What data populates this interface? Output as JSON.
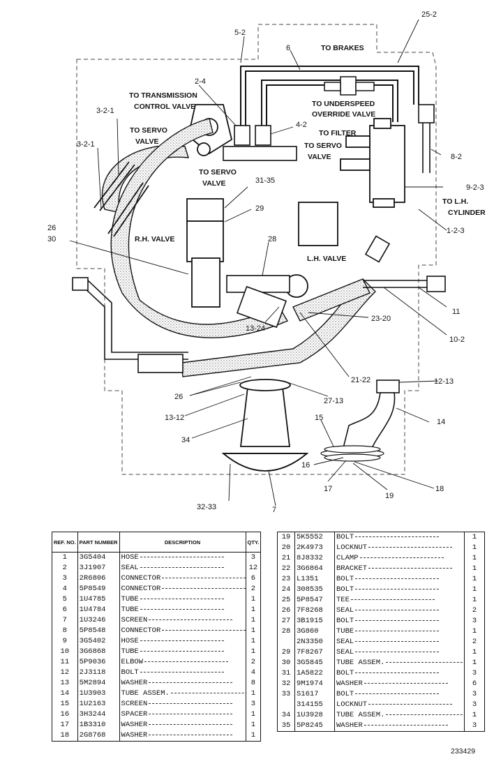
{
  "diagram": {
    "callouts": [
      "5-2",
      "6",
      "25-2",
      "2-4",
      "3-2-1",
      "3-2-1",
      "4-2",
      "8-2",
      "9-2-3",
      "1-2-3",
      "31-35",
      "29",
      "28",
      "26",
      "30",
      "11",
      "10-2",
      "23-20",
      "13-24",
      "21-22",
      "12-13",
      "14",
      "15",
      "16",
      "17",
      "18",
      "19",
      "26",
      "27-13",
      "13-12",
      "34",
      "32-33",
      "7"
    ],
    "notes": [
      "TO BRAKES",
      "TO TRANSMISSION",
      "CONTROL VALVE",
      "TO SERVO",
      "VALVE",
      "TO UNDERSPEED",
      "OVERRIDE VALVE",
      "TO FILTER",
      "TO SERVO",
      "VALVE",
      "TO SERVO",
      "VALVE",
      "TO L.H.",
      "CYLINDER",
      "R.H. VALVE",
      "L.H. VALVE"
    ]
  },
  "table": {
    "headers": {
      "ref": "REF. NO.",
      "part": "PART NUMBER",
      "desc": "DESCRIPTION",
      "qty": "QTY."
    },
    "left_rows": [
      {
        "ref": "1",
        "part": "3G5404",
        "desc": "HOSE",
        "qty": "3"
      },
      {
        "ref": "2",
        "part": "3J1907",
        "desc": "SEAL",
        "qty": "12"
      },
      {
        "ref": "3",
        "part": "2R6806",
        "desc": "CONNECTOR",
        "qty": "6"
      },
      {
        "ref": "4",
        "part": "5P8549",
        "desc": "CONNECTOR",
        "qty": "2"
      },
      {
        "ref": "5",
        "part": "1U4785",
        "desc": "TUBE",
        "qty": "1"
      },
      {
        "ref": "6",
        "part": "1U4784",
        "desc": "TUBE",
        "qty": "1"
      },
      {
        "ref": "7",
        "part": "1U3246",
        "desc": "SCREEN",
        "qty": "1"
      },
      {
        "ref": "8",
        "part": "5P8548",
        "desc": "CONNECTOR",
        "qty": "1"
      },
      {
        "ref": "9",
        "part": "3G5402",
        "desc": "HOSE",
        "qty": "1"
      },
      {
        "ref": "10",
        "part": "3G6868",
        "desc": "TUBE",
        "qty": "1"
      },
      {
        "ref": "11",
        "part": "5P9036",
        "desc": "ELBOW",
        "qty": "2"
      },
      {
        "ref": "12",
        "part": "2J3118",
        "desc": "BOLT",
        "qty": "4"
      },
      {
        "ref": "13",
        "part": "5M2894",
        "desc": "WASHER",
        "qty": "8"
      },
      {
        "ref": "14",
        "part": "1U3903",
        "desc": "TUBE ASSEM.",
        "qty": "1"
      },
      {
        "ref": "15",
        "part": "1U2163",
        "desc": "SCREEN",
        "qty": "3"
      },
      {
        "ref": "16",
        "part": "3H3244",
        "desc": "SPACER",
        "qty": "1"
      },
      {
        "ref": "17",
        "part": "1B3310",
        "desc": "WASHER",
        "qty": "1"
      },
      {
        "ref": "18",
        "part": "2G8768",
        "desc": "WASHER",
        "qty": "1"
      }
    ],
    "right_rows": [
      {
        "ref": "19",
        "part": "5K5552",
        "desc": "BOLT",
        "qty": "1"
      },
      {
        "ref": "20",
        "part": "2K4973",
        "desc": "LOCKNUT",
        "qty": "1"
      },
      {
        "ref": "21",
        "part": "8J8332",
        "desc": "CLAMP",
        "qty": "1"
      },
      {
        "ref": "22",
        "part": "3G6864",
        "desc": "BRACKET",
        "qty": "1"
      },
      {
        "ref": "23",
        "part": "L1351",
        "desc": "BOLT",
        "qty": "1"
      },
      {
        "ref": "24",
        "part": "308535",
        "desc": "BOLT",
        "qty": "1"
      },
      {
        "ref": "25",
        "part": "5P8547",
        "desc": "TEE",
        "qty": "1"
      },
      {
        "ref": "26",
        "part": "7F8268",
        "desc": "SEAL",
        "qty": "2"
      },
      {
        "ref": "27",
        "part": "3B1915",
        "desc": "BOLT",
        "qty": "3"
      },
      {
        "ref": "28",
        "part": "3G860",
        "desc": "TUBE",
        "qty": "1"
      },
      {
        "ref": "",
        "part": "2N3350",
        "desc": "SEAL",
        "qty": "2"
      },
      {
        "ref": "29",
        "part": "7F8267",
        "desc": "SEAL",
        "qty": "1"
      },
      {
        "ref": "30",
        "part": "3G5845",
        "desc": "TUBE ASSEM.",
        "qty": "1"
      },
      {
        "ref": "31",
        "part": "1A5822",
        "desc": "BOLT",
        "qty": "3"
      },
      {
        "ref": "32",
        "part": "9M1974",
        "desc": "WASHER",
        "qty": "6"
      },
      {
        "ref": "33",
        "part": "S1617",
        "desc": "BOLT",
        "qty": "3"
      },
      {
        "ref": "",
        "part": "314155",
        "desc": "LOCKNUT",
        "qty": "3"
      },
      {
        "ref": "34",
        "part": "1U3928",
        "desc": "TUBE ASSEM.",
        "qty": "1"
      },
      {
        "ref": "35",
        "part": "5P8245",
        "desc": "WASHER",
        "qty": "3"
      }
    ]
  },
  "document_number": "233429"
}
